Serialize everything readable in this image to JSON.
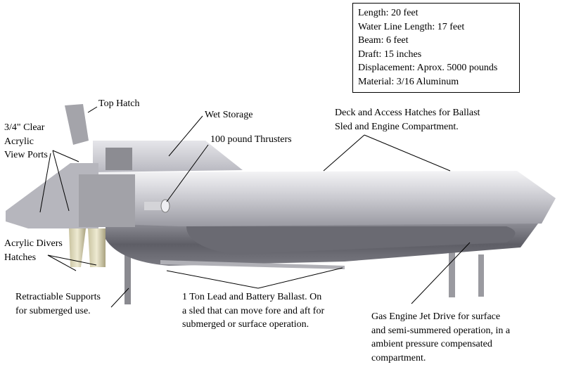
{
  "specs": [
    "Length: 20 feet",
    "Water Line Length: 17 feet",
    "Beam: 6 feet",
    "Draft: 15 inches",
    "Displacement: Aprox. 5000 pounds",
    "Material: 3/16 Aluminum"
  ],
  "labels": {
    "top_hatch": [
      "Top Hatch"
    ],
    "wet_storage": [
      "Wet Storage"
    ],
    "thrusters": [
      "100 pound Thrusters"
    ],
    "view_ports": [
      "3/4\" Clear",
      "Acrylic",
      "View Ports"
    ],
    "deck_hatches": [
      "Deck and Access Hatches for Ballast",
      "Sled and Engine Compartment."
    ],
    "divers_hatches": [
      "Acrylic Divers",
      "Hatches"
    ],
    "supports": [
      "Retractiable Supports",
      "for submerged use."
    ],
    "ballast": [
      "1 Ton Lead and Battery Ballast. On",
      "a sled that can move fore and aft for",
      "submerged or surface operation."
    ],
    "engine": [
      "Gas Engine Jet Drive for surface",
      "and semi-summered operation, in a",
      "ambient pressure compensated",
      "compartment."
    ]
  }
}
